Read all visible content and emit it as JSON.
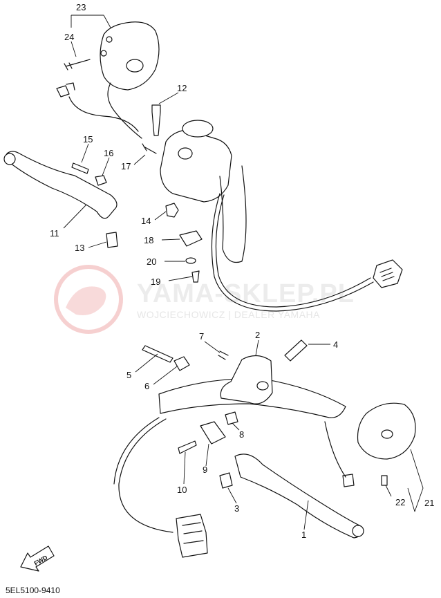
{
  "watermark": {
    "title": "YAMA-SKLEP.PL",
    "subtitle": "WOJCIECHOWICZ | DEALER YAMAHA"
  },
  "diagram_code": "5EL5100-9410",
  "direction_arrow_label": "FWD",
  "callouts": [
    "1",
    "2",
    "3",
    "4",
    "5",
    "6",
    "7",
    "8",
    "9",
    "10",
    "11",
    "12",
    "13",
    "14",
    "15",
    "16",
    "17",
    "18",
    "19",
    "20",
    "21",
    "22",
    "23",
    "24"
  ],
  "colors": {
    "line": "#111111",
    "watermark": "#f4c8c8"
  }
}
